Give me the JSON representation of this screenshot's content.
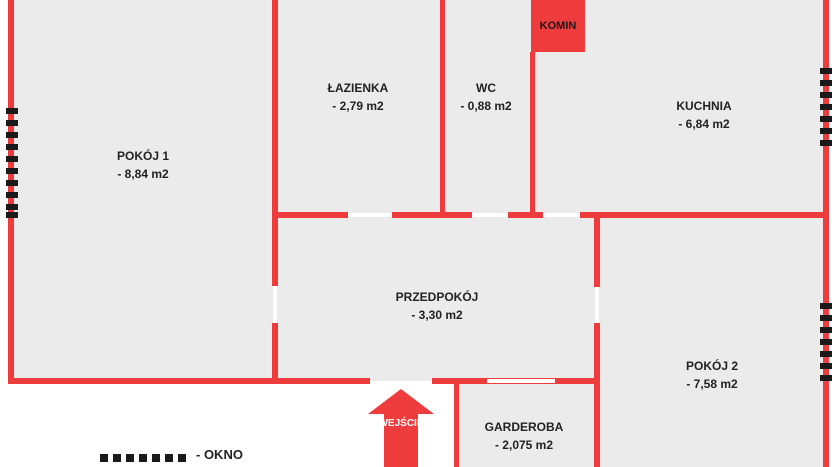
{
  "colors": {
    "wall": "#ee3b3b",
    "floor": "#ebebeb",
    "window": "#1a1a1a",
    "chimney": "#ee3b3b"
  },
  "rooms": [
    {
      "name": "POKÓJ 1",
      "area": "- 8,84 m2"
    },
    {
      "name": "ŁAZIENKA",
      "area": "- 2,79 m2"
    },
    {
      "name": "WC",
      "area": "- 0,88 m2"
    },
    {
      "name": "KUCHNIA",
      "area": "- 6,84 m2"
    },
    {
      "name": "PRZEDPOKÓJ",
      "area": "- 3,30 m2"
    },
    {
      "name": "POKÓJ 2",
      "area": "- 7,58 m2"
    },
    {
      "name": "GARDEROBA",
      "area": "- 2,075 m2"
    }
  ],
  "chimney": {
    "label": "KOMIN"
  },
  "entrance": {
    "label": "WEJŚCIE"
  },
  "legend": {
    "window_label": "- OKNO"
  }
}
